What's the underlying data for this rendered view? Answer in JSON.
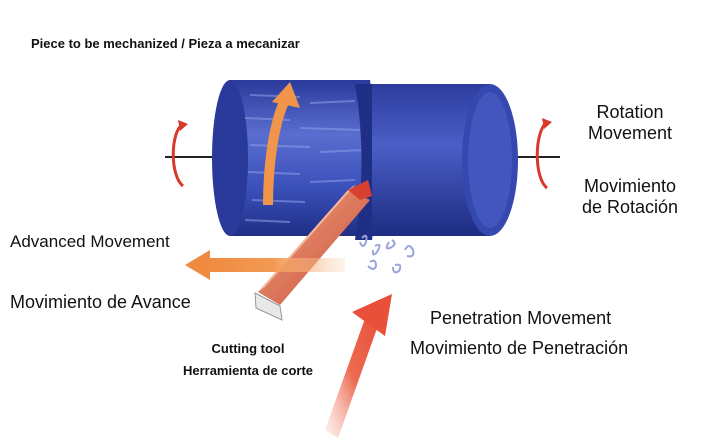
{
  "labels": {
    "piece": "Piece to be mechanized / Pieza a mecanizar",
    "rotation_en_1": "Rotation",
    "rotation_en_2": "Movement",
    "rotation_es_1": "Movimiento",
    "rotation_es_2": "de Rotación",
    "advance_en": "Advanced Movement",
    "advance_es": "Movimiento de Avance",
    "penetration_en": "Penetration Movement",
    "penetration_es": "Movimiento de Penetración",
    "tool_en": "Cutting tool",
    "tool_es": "Herramienta de corte"
  },
  "colors": {
    "cylinder": "#3a4fb8",
    "cylinder_dark": "#1f2f86",
    "cylinder_light": "#5f73d6",
    "arrow_orange": "#f0954a",
    "arrow_red": "#e8503a",
    "rotation_red": "#d83a2a",
    "tool": "#e07050"
  }
}
